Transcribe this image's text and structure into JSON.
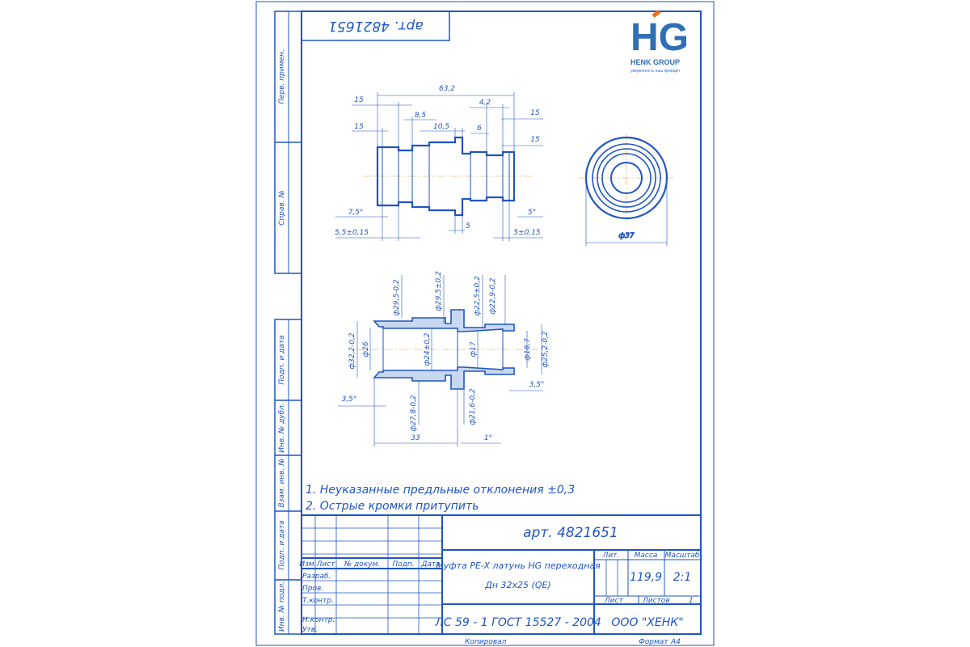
{
  "header_stamp": "арт. 4821651",
  "logo": {
    "letters": "HG",
    "name": "HENK GROUP",
    "slogan": "уверенность наш принцип"
  },
  "side_labels": [
    "Перв. примен.",
    "Справ. №",
    "Подп. и дата",
    "Инв. № дубл.",
    "Взам. инв. №",
    "Подп. и дата",
    "Инв. № подл."
  ],
  "dims_top": {
    "d_63_2": "63,2",
    "d_4_2": "4,2",
    "d_15a": "15",
    "d_8_5": "8,5",
    "d_15b": "15",
    "d_15c": "15",
    "d_10_5": "10,5",
    "d_6": "6",
    "d_15d": "15",
    "d_7_5": "7,5°",
    "d_5deg": "5°",
    "d_5_5": "5,5±0,15",
    "d_5": "5",
    "d_5_015": "5±0,15"
  },
  "dims_side": {
    "d_37": "ф37"
  },
  "dims_section": {
    "d_29_5": "ф29,5-0,2",
    "d_29_5b": "ф29,5±0,2",
    "d_22_5": "ф22,5±0,2",
    "d_22_9": "ф22,9-0,2",
    "d_32_2": "ф32,2-0,2",
    "d_26": "ф26",
    "d_24": "ф24±0,2",
    "d_17": "ф17",
    "d_18_7": "ф18,7",
    "d_25_2": "ф25,2-0,2",
    "d_3_5a": "3,5°",
    "d_3_5b": "3,5°",
    "d_27_8": "ф27,8-0,2",
    "d_21_6": "ф21,6-0,2",
    "d_33": "33",
    "d_1deg": "1°"
  },
  "notes": [
    "1. Неуказанные предльные отклонения ±0,3",
    "2. Острые кромки притупить"
  ],
  "title_block": {
    "article": "арт. 4821651",
    "col_headers": [
      "Изм.",
      "Лист",
      "№ докум.",
      "Подп.",
      "Дата"
    ],
    "row_labels": [
      "Разраб.",
      "Пров.",
      "Т.контр.",
      "Н.контр.",
      "Утв."
    ],
    "part_name_1": "Муфта PE-X латунь HG переходная",
    "part_name_2": "Дн 32x25 (QE)",
    "lit_label": "Лит.",
    "mass_label": "Масса",
    "scale_label": "Масштаб",
    "mass": "119,9",
    "scale": "2:1",
    "sheet_label": "Лист",
    "sheets_label": "Листов",
    "sheets": "1",
    "material": "ЛС 59 - 1 ГОСТ 15527 - 2004",
    "company": "ООО \"ХЕНК\"",
    "copied": "Копировал",
    "format_label": "Формат",
    "format": "А4"
  }
}
